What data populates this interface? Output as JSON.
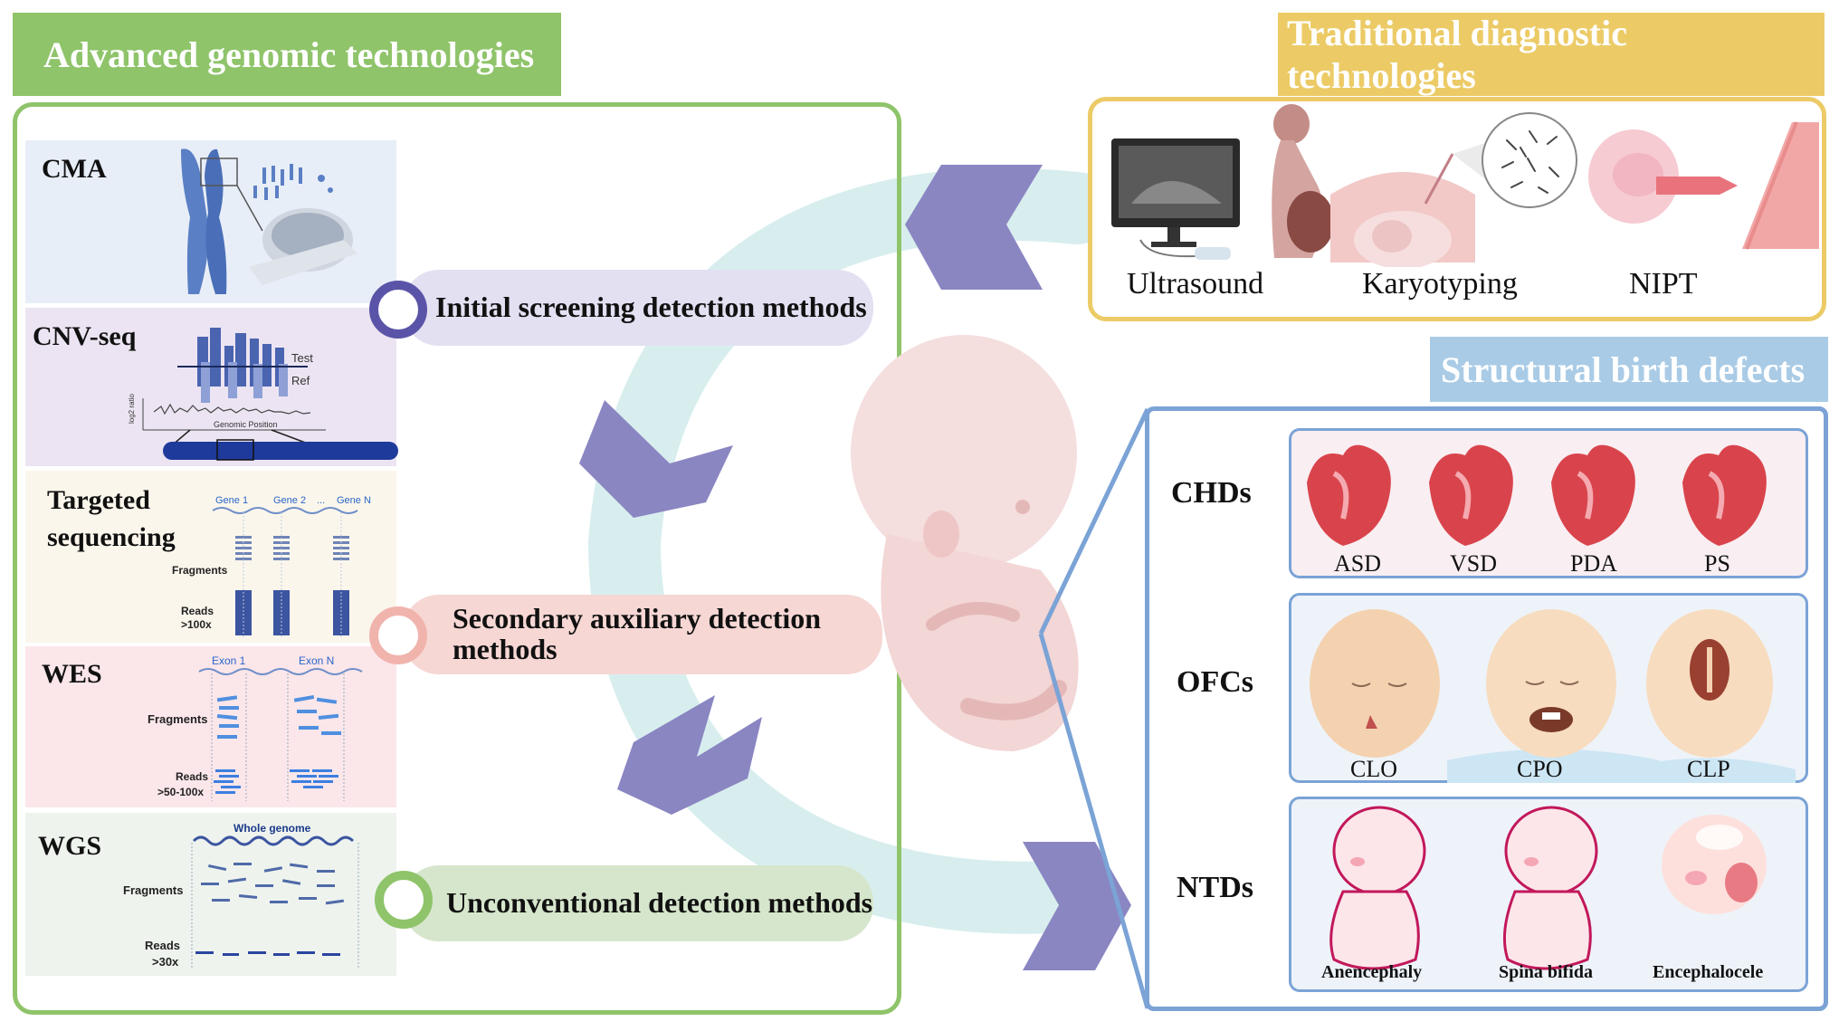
{
  "titles": {
    "advanced": "Advanced genomic technologies",
    "traditional": "Traditional  diagnostic technologies",
    "structural": "Structural birth defects"
  },
  "methods": {
    "initial": "Initial screening detection methods",
    "secondary": "Secondary auxiliary detection methods",
    "unconventional": "Unconventional  detection methods"
  },
  "genomic_panels": {
    "cma": "CMA",
    "cnv": "CNV-seq",
    "targeted": "Targeted sequencing",
    "wes": "WES",
    "wgs": "WGS"
  },
  "cnv_figure": {
    "test": "Test",
    "ref": "Ref",
    "genomic_position": "Genomic Position",
    "ylabel": "log2 ratio"
  },
  "targeted_figure": {
    "gene1": "Gene 1",
    "gene2": "Gene 2",
    "dots": "...",
    "genen": "Gene N",
    "fragments": "Fragments",
    "reads": "Reads",
    "reads_depth": ">100x"
  },
  "wes_figure": {
    "exon1": "Exon 1",
    "exonn": "Exon N",
    "fragments": "Fragments",
    "reads": "Reads",
    "reads_depth": ">50-100x"
  },
  "wgs_figure": {
    "whole_genome": "Whole genome",
    "fragments": "Fragments",
    "reads": "Reads",
    "reads_depth": ">30x"
  },
  "traditional": [
    "Ultrasound",
    "Karyotyping",
    "NIPT"
  ],
  "defects": {
    "chds": {
      "label": "CHDs",
      "items": [
        "ASD",
        "VSD",
        "PDA",
        "PS"
      ]
    },
    "ofcs": {
      "label": "OFCs",
      "items": [
        "CLO",
        "CPO",
        "CLP"
      ]
    },
    "ntds": {
      "label": "NTDs",
      "items": [
        "Anencephaly",
        "Spina bifida",
        "Encephalocele"
      ]
    }
  },
  "colors": {
    "green": "#8fc46a",
    "gold": "#eccb67",
    "blue": "#a9cbe6",
    "purple": "#8a86c2",
    "teal_arc": "#d6eeee",
    "lavender": "#e3e0f2",
    "pink": "#f6d7d4",
    "sage": "#d6e6cc"
  }
}
